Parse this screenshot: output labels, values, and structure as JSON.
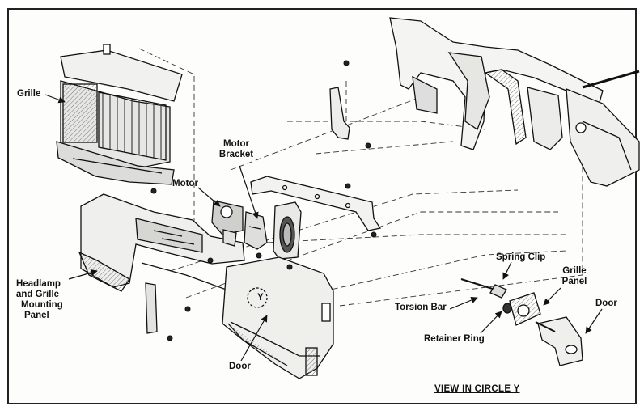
{
  "diagram": {
    "labels": {
      "grille": "Grille",
      "motor": "Motor",
      "motor_bracket_line1": "Motor",
      "motor_bracket_line2": "Bracket",
      "headlamp_line1": "Headlamp",
      "headlamp_line2": "and Grille",
      "headlamp_line3": "Mounting",
      "headlamp_line4": "Panel",
      "circle_marker": "Y",
      "door_main": "Door",
      "spring_clip": "Spring Clip",
      "grille_panel_line1": "Grille",
      "grille_panel_line2": "Panel",
      "torsion_bar": "Torsion Bar",
      "retainer_ring": "Retainer Ring",
      "door_detail": "Door"
    },
    "caption": "VIEW IN CIRCLE Y"
  }
}
